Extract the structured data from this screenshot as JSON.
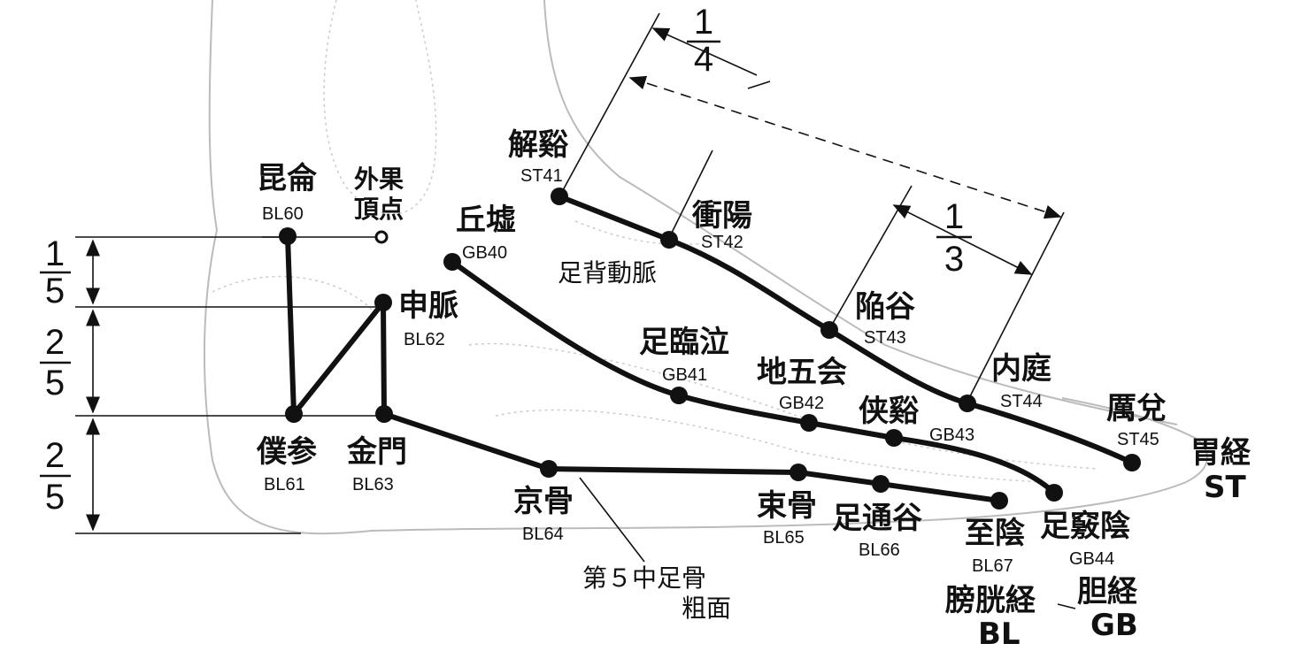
{
  "title": "Foot acupuncture points (lateral view)",
  "points": {
    "ST41": {
      "name": "解谿",
      "code": "ST41"
    },
    "ST42": {
      "name": "衝陽",
      "code": "ST42"
    },
    "ST43": {
      "name": "陥谷",
      "code": "ST43"
    },
    "ST44": {
      "name": "内庭",
      "code": "ST44"
    },
    "ST45": {
      "name": "厲兌",
      "code": "ST45"
    },
    "BL60": {
      "name": "昆侖",
      "code": "BL60"
    },
    "BL61": {
      "name": "僕参",
      "code": "BL61"
    },
    "BL62": {
      "name": "申脈",
      "code": "BL62"
    },
    "BL63": {
      "name": "金門",
      "code": "BL63"
    },
    "BL64": {
      "name": "京骨",
      "code": "BL64"
    },
    "BL65": {
      "name": "束骨",
      "code": "BL65"
    },
    "BL66": {
      "name": "足通谷",
      "code": "BL66"
    },
    "BL67": {
      "name": "至陰",
      "code": "BL67"
    },
    "GB40": {
      "name": "丘墟",
      "code": "GB40"
    },
    "GB41": {
      "name": "足臨泣",
      "code": "GB41"
    },
    "GB42": {
      "name": "地五会",
      "code": "GB42"
    },
    "GB43": {
      "name": "侠谿",
      "code": "GB43"
    },
    "GB44": {
      "name": "足竅陰",
      "code": "GB44"
    }
  },
  "meridians": {
    "stomach": {
      "name": "胃経",
      "code": "ST"
    },
    "bladder": {
      "name": "膀胱経",
      "code": "BL"
    },
    "gallbladder": {
      "name": "胆経",
      "code": "GB"
    }
  },
  "landmarks": {
    "lateral_malleolus_1": "外果",
    "lateral_malleolus_2": "頂点",
    "dorsalis_pedis": "足背動脈",
    "metatarsal_1": "第５中足骨",
    "metatarsal_2": "粗面"
  },
  "proportions": {
    "left": [
      {
        "num": "1",
        "den": "5"
      },
      {
        "num": "2",
        "den": "5"
      },
      {
        "num": "2",
        "den": "5"
      }
    ],
    "top_quarter": {
      "num": "1",
      "den": "4"
    },
    "top_third": {
      "num": "1",
      "den": "3"
    }
  }
}
